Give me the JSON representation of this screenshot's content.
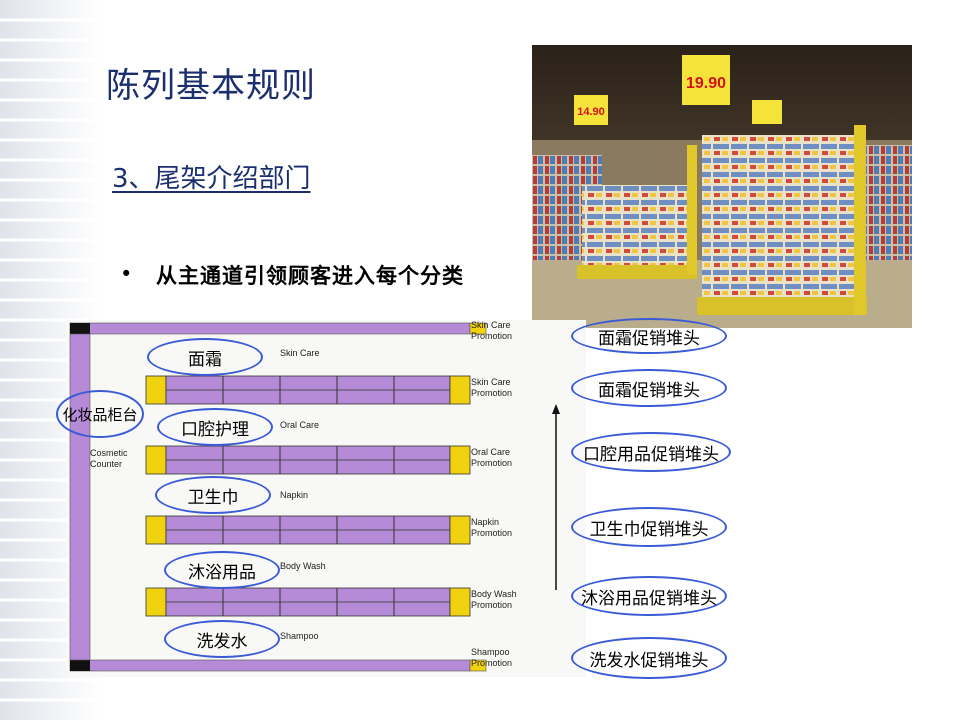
{
  "slide": {
    "title": "陈列基本规则",
    "subtitle": "3、尾架介绍部门",
    "bullet": "从主通道引领顾客进入每个分类"
  },
  "photo": {
    "sign_price_1": "19.90",
    "sign_price_2": "14.90"
  },
  "diagram": {
    "aisles": [
      {
        "oval": "面霜",
        "label": "Skin Care"
      },
      {
        "oval": "口腔护理",
        "label": "Oral Care"
      },
      {
        "oval": "卫生巾",
        "label": "Napkin"
      },
      {
        "oval": "沐浴用品",
        "label": "Body Wash"
      },
      {
        "oval": "洗发水",
        "label": "Shampoo"
      }
    ],
    "promotions": [
      {
        "line1": "Skin Care",
        "line2": "Promotion"
      },
      {
        "line1": "Skin Care",
        "line2": "Promotion"
      },
      {
        "line1": "Oral Care",
        "line2": "Promotion"
      },
      {
        "line1": "Napkin",
        "line2": "Promotion"
      },
      {
        "line1": "Body Wash",
        "line2": "Promotion"
      },
      {
        "line1": "Shampoo",
        "line2": "Promotion"
      }
    ],
    "counter_line1": "Cosmetic",
    "counter_line2": "Counter",
    "counter_oval": "化妆品柜台"
  },
  "right_ovals": [
    "面霜促销堆头",
    "面霜促销堆头",
    "口腔用品促销堆头",
    "卫生巾促销堆头",
    "沐浴用品促销堆头",
    "洗发水促销堆头"
  ],
  "colors": {
    "title": "#1b2f6e",
    "shelf": "#b58ad6",
    "promo": "#f1d20f",
    "oval": "#3b5bd6"
  }
}
